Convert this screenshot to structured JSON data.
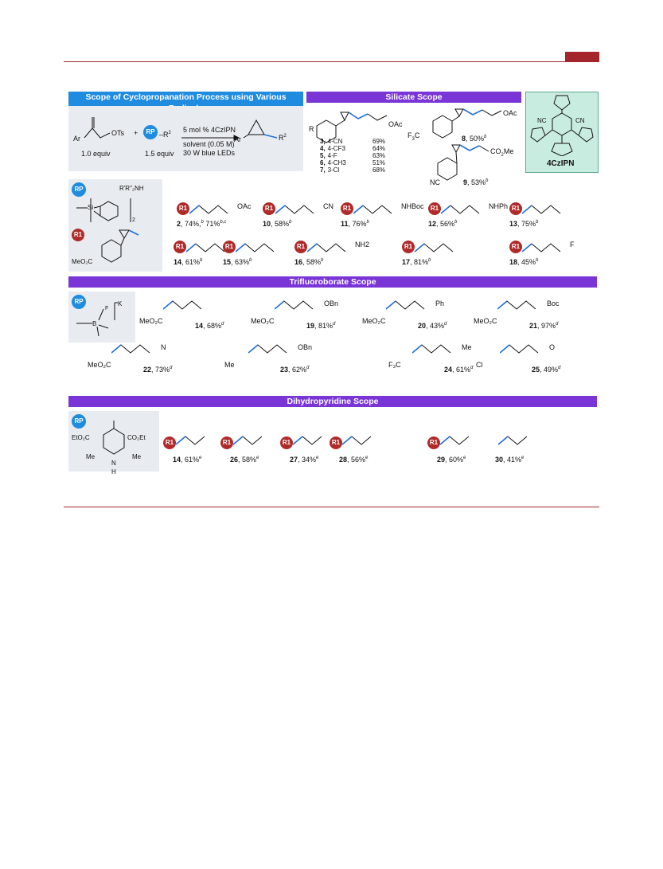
{
  "colors": {
    "brand_red": "#a4262c",
    "header_blue": "#1f8ce0",
    "header_purple": "#7a35d6",
    "catalyst_bg": "#c9ece0",
    "bond_blue": "#1f6fd6"
  },
  "headers": {
    "scope_process": "Scope of Cyclopropanation Process using Various Radicals",
    "silicate": "Silicate Scope",
    "trifluoroborate": "Trifluoroborate Scope",
    "dihydropyridine": "Dihydropyridine Scope"
  },
  "reaction": {
    "substrate": "OTs",
    "aryl": "Ar",
    "plus": "+",
    "reagent_badge": "RP",
    "reagent_r": "R",
    "reagent_sup": "2",
    "eq1": "1.0 equiv",
    "eq2": "1.5 equiv",
    "cond1": "5 mol % 4CzIPN",
    "cond2": "solvent (0.05 M)",
    "cond3": "30 W blue LEDs",
    "product_ar": "Ar",
    "product_r": "R",
    "product_sup": "2"
  },
  "catalyst": {
    "name": "4CzIPN",
    "cn1": "NC",
    "cn2": "CN"
  },
  "silicate_table": {
    "rows": [
      {
        "num": "3",
        "sub": "4-CN",
        "yield": "69%"
      },
      {
        "num": "4",
        "sub": "4-CF3",
        "yield": "64%"
      },
      {
        "num": "5",
        "sub": "4-F",
        "yield": "63%"
      },
      {
        "num": "6",
        "sub": "4-CH3",
        "yield": "51%"
      },
      {
        "num": "7",
        "sub": "3-Cl",
        "yield": "68%"
      }
    ],
    "r_label": "R",
    "oac": "OAc"
  },
  "silicate_side": [
    {
      "num": "8",
      "yield": ", 50%",
      "sup": "b"
    },
    {
      "num": "9",
      "yield": ", 53%",
      "sup": "b"
    }
  ],
  "rp_silicate_label": {
    "badge": "RP",
    "top": "R'R\"₂NH",
    "si": "Si",
    "sub2": "2"
  },
  "r1_label": {
    "badge": "R1",
    "ester": "MeO₂C"
  },
  "silicate_products": [
    {
      "num": "2",
      "yield": ", 74%,",
      "sup": "b",
      "extra": " 71%",
      "extra_sup": "b,c",
      "group": "OAc"
    },
    {
      "num": "10",
      "yield": ", 58%",
      "sup": "b",
      "group": "CN"
    },
    {
      "num": "11",
      "yield": ", 76%",
      "sup": "b",
      "group": "NHBoc"
    },
    {
      "num": "12",
      "yield": ", 56%",
      "sup": "b",
      "group": "NHPh"
    },
    {
      "num": "13",
      "yield": ", 75%",
      "sup": "b",
      "group": ""
    },
    {
      "num": "14",
      "yield": ", 61%",
      "sup": "b",
      "group": ""
    },
    {
      "num": "15",
      "yield": ", 63%",
      "sup": "b",
      "group": ""
    },
    {
      "num": "16",
      "yield": ", 58%",
      "sup": "b",
      "group": "NH2"
    },
    {
      "num": "17",
      "yield": ", 81%",
      "sup": "b",
      "group": ""
    },
    {
      "num": "18",
      "yield": ", 45%",
      "sup": "b",
      "group": "F"
    }
  ],
  "bf3k_label": {
    "badge": "RP",
    "k": "K",
    "f": "F",
    "b": "B"
  },
  "trifluoroborate_products": [
    {
      "num": "14",
      "yield": ", 68%",
      "sup": "d",
      "ester": "MeO₂C",
      "group": ""
    },
    {
      "num": "19",
      "yield": ", 81%",
      "sup": "d",
      "ester": "MeO₂C",
      "group": "OBn"
    },
    {
      "num": "20",
      "yield": ", 43%",
      "sup": "d",
      "ester": "MeO₂C",
      "group": "Ph"
    },
    {
      "num": "21",
      "yield": ", 97%",
      "sup": "d",
      "ester": "MeO₂C",
      "group": "Boc"
    },
    {
      "num": "22",
      "yield": ", 73%",
      "sup": "d",
      "ester": "MeO₂C",
      "group": "N"
    },
    {
      "num": "23",
      "yield": ", 62%",
      "sup": "d",
      "ester": "Me",
      "group": "OBn"
    },
    {
      "num": "24",
      "yield": ", 61%",
      "sup": "d",
      "ester": "F₃C",
      "group": "Me"
    },
    {
      "num": "25",
      "yield": ", 49%",
      "sup": "d",
      "ester": "Cl",
      "group": "O"
    }
  ],
  "dhp_label": {
    "badge": "RP",
    "ester1": "EtO₂C",
    "ester2": "CO₂Et",
    "me": "Me",
    "nh": "H"
  },
  "dihydropyridine_products": [
    {
      "num": "14",
      "yield": ", 61%",
      "sup": "e"
    },
    {
      "num": "26",
      "yield": ", 58%",
      "sup": "e"
    },
    {
      "num": "27",
      "yield": ", 34%",
      "sup": "e"
    },
    {
      "num": "28",
      "yield": ", 56%",
      "sup": "e"
    },
    {
      "num": "29",
      "yield": ", 60%",
      "sup": "e"
    },
    {
      "num": "30",
      "yield": ", 41%",
      "sup": "e"
    }
  ]
}
